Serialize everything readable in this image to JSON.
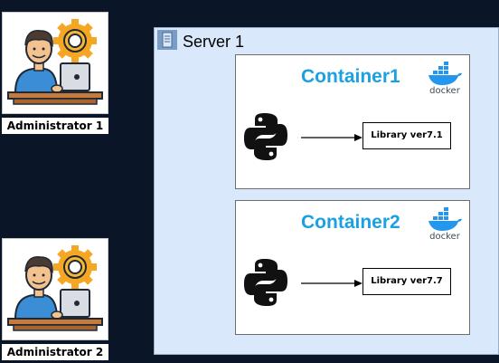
{
  "admins": [
    {
      "label": "Administrator 1"
    },
    {
      "label": "Administrator 2"
    }
  ],
  "server": {
    "title": "Server 1",
    "icon": "server-icon"
  },
  "containers": [
    {
      "title": "Container1",
      "logo_text": "docker",
      "library": "Library ver7.1"
    },
    {
      "title": "Container2",
      "logo_text": "docker",
      "library": "Library ver7.7"
    }
  ],
  "colors": {
    "background": "#0b1528",
    "server_fill": "#dae8fc",
    "container_title": "#1ba1e2",
    "docker_blue": "#2496ed"
  }
}
